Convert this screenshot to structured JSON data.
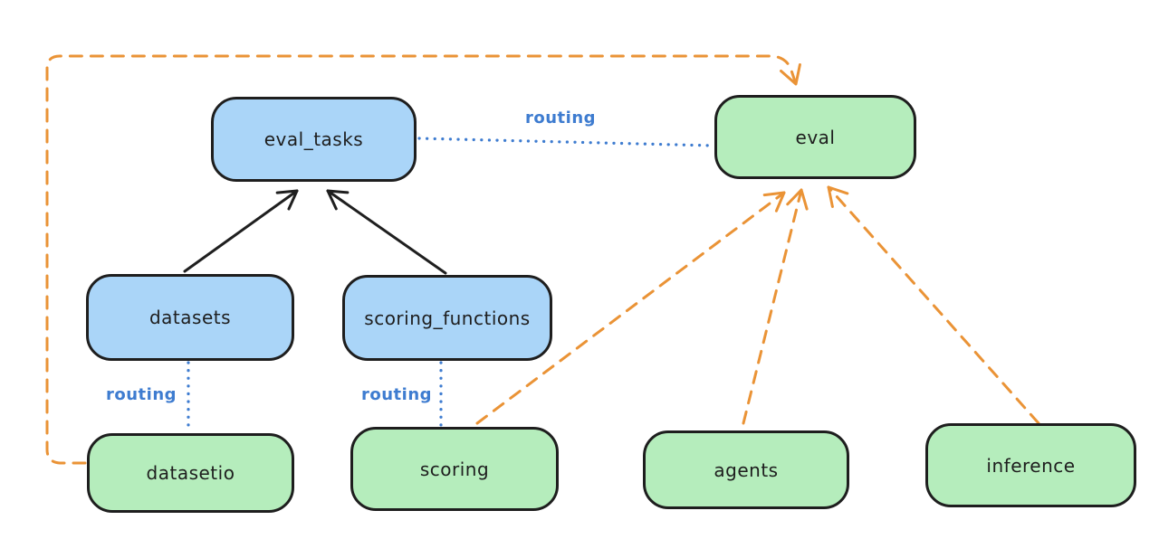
{
  "diagram": {
    "type": "architecture-flow-diagram",
    "style": "hand-drawn",
    "background": "#ffffff",
    "colors": {
      "blue_node_fill": "#aad5f8",
      "green_node_fill": "#b5edbc",
      "node_border": "#1e1e1e",
      "routing_line_blue": "#3e7cd0",
      "dependency_arrow_black": "#1f1f1f",
      "provider_arrow_orange": "#ea9336"
    },
    "nodes": {
      "eval_tasks": {
        "label": "eval_tasks",
        "kind": "blue"
      },
      "eval": {
        "label": "eval",
        "kind": "green"
      },
      "datasets": {
        "label": "datasets",
        "kind": "blue"
      },
      "scoring_functions": {
        "label": "scoring_functions",
        "kind": "blue"
      },
      "datasetio": {
        "label": "datasetio",
        "kind": "green"
      },
      "scoring": {
        "label": "scoring",
        "kind": "green"
      },
      "agents": {
        "label": "agents",
        "kind": "green"
      },
      "inference": {
        "label": "inference",
        "kind": "green"
      }
    },
    "edges": {
      "eval_tasks_to_eval": {
        "label": "routing",
        "style": "dotted",
        "color": "blue"
      },
      "datasets_to_datasetio": {
        "label": "routing",
        "style": "dotted",
        "color": "blue"
      },
      "scoring_functions_to_scoring": {
        "label": "routing",
        "style": "dotted",
        "color": "blue"
      },
      "datasets_to_eval_tasks": {
        "style": "solid-arrow",
        "color": "black"
      },
      "scoring_functions_to_eval_tasks": {
        "style": "solid-arrow",
        "color": "black"
      },
      "datasetio_to_eval": {
        "style": "dashed-arrow",
        "color": "orange"
      },
      "scoring_to_eval": {
        "style": "dashed-arrow",
        "color": "orange"
      },
      "agents_to_eval": {
        "style": "dashed-arrow",
        "color": "orange"
      },
      "inference_to_eval": {
        "style": "dashed-arrow",
        "color": "orange"
      }
    }
  }
}
